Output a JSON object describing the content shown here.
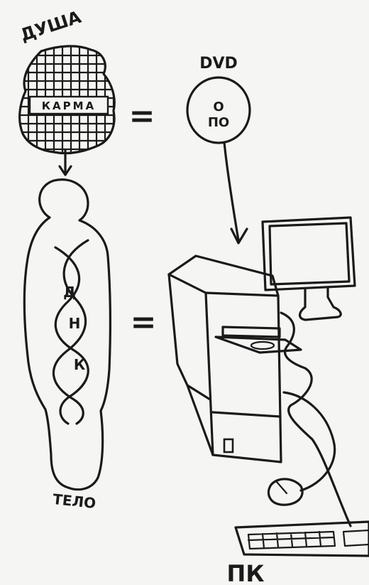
{
  "labels": {
    "soul": "ДУША",
    "karma": "КАРМА",
    "dvd": "DVD",
    "disc_o": "О",
    "disc_po": "ПО",
    "dna_d": "Д",
    "dna_n": "Н",
    "dna_k": "К",
    "body": "ТЕЛО",
    "pc": "ПК",
    "equals_top": "=",
    "equals_mid": "="
  },
  "colors": {
    "ink": "#1a1a1a",
    "paper": "#f5f5f3"
  }
}
